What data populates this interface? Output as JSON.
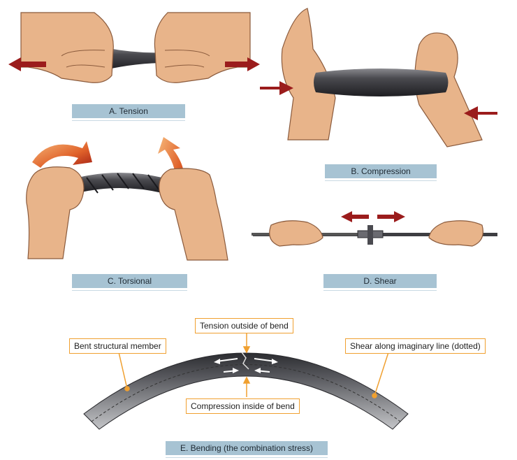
{
  "panels": {
    "tension": {
      "label": "A. Tension"
    },
    "compression": {
      "label": "B. Compression"
    },
    "torsional": {
      "label": "C. Torsional"
    },
    "shear": {
      "label": "D. Shear"
    },
    "bending": {
      "label": "E. Bending (the combination stress)"
    }
  },
  "callouts": {
    "tension_outside": "Tension outside of bend",
    "bent_member": "Bent structural member",
    "shear_line": "Shear along imaginary line (dotted)",
    "compression_inside": "Compression inside of bend"
  },
  "colors": {
    "caption_bg": "#a7c3d3",
    "force_arrow": "#9b1c1c",
    "callout_border": "#f0a030",
    "skin": "#e8b48a",
    "metal": "#3e3e42"
  }
}
